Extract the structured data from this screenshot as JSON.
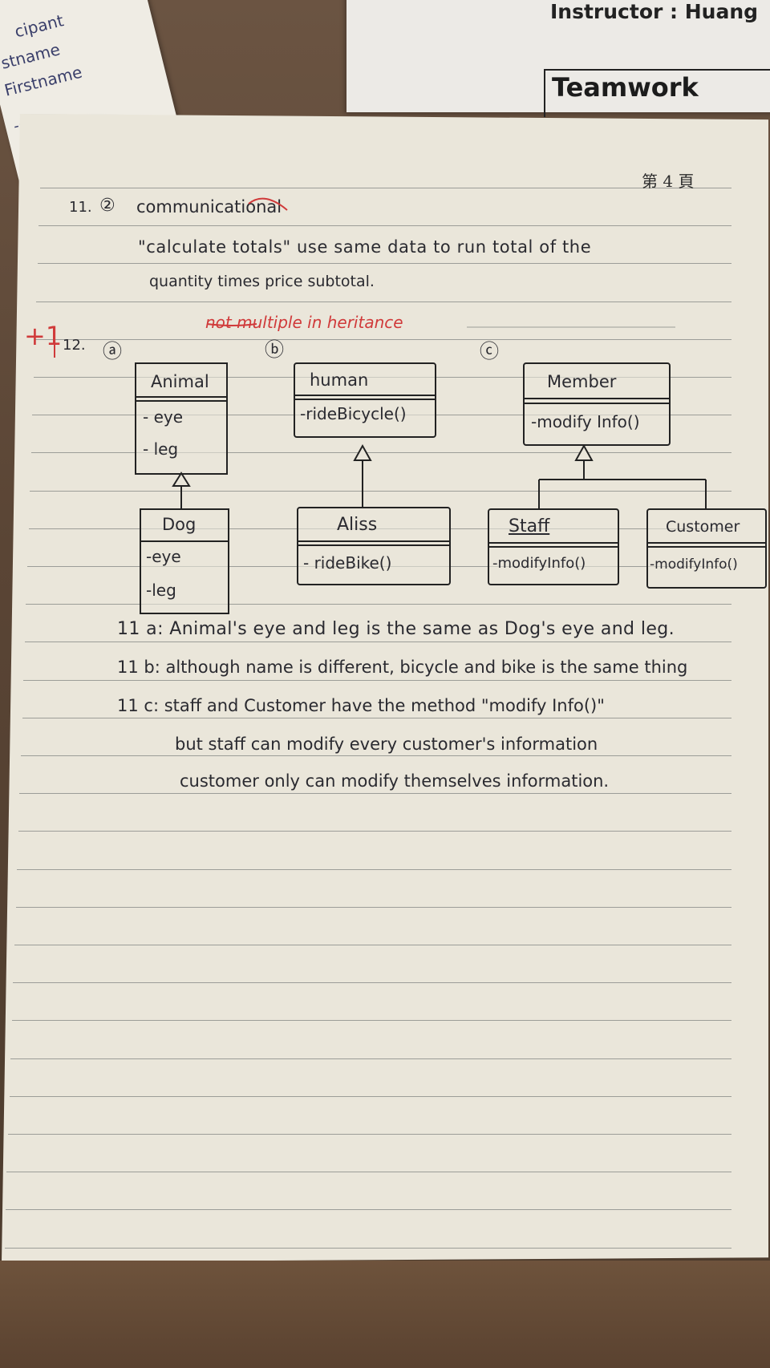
{
  "background": {
    "left_sheet_words": [
      "cipant",
      "stname",
      "Firstname",
      "-o"
    ],
    "right_sheet": {
      "instructor": "Instructor : Huang",
      "teamwork": "Teamwork"
    }
  },
  "page_number": "第 4 頁",
  "q11": {
    "label": "11.",
    "circled": "②",
    "answer": "communicational",
    "line1": "\"calculate totals\" use same data to run total of the",
    "line2": "quantity times price subtotal."
  },
  "grader_note": {
    "score": "+1",
    "comment": "not multiple in heritance"
  },
  "q12": {
    "label": "12.",
    "markers": [
      "ⓐ",
      "ⓑ",
      "ⓒ"
    ],
    "classes": {
      "animal": {
        "name": "Animal",
        "members": [
          "- eye",
          "- leg"
        ]
      },
      "dog": {
        "name": "Dog",
        "members": [
          "-eye",
          "-leg"
        ]
      },
      "human": {
        "name": "human",
        "members": [
          "-rideBicycle()"
        ]
      },
      "aliss": {
        "name": "Aliss",
        "members": [
          "- rideBike()"
        ]
      },
      "member": {
        "name": "Member",
        "members": [
          "-modify Info()"
        ]
      },
      "staff": {
        "name": "Staff",
        "members": [
          "-modifyInfo()"
        ]
      },
      "customer": {
        "name": "Customer",
        "members": [
          "-modifyInfo()"
        ]
      }
    }
  },
  "explanations": {
    "a": "11 a: Animal's eye and leg is the same as Dog's eye and leg.",
    "b": "11 b: although name is different, bicycle and bike is the same thing",
    "c1": "11 c: staff and Customer have the method \"modify Info()\"",
    "c2": "but staff can modify every customer's information",
    "c3": "customer only can modify themselves information."
  },
  "colors": {
    "ink": "#2a2a30",
    "red_ink": "#d03a3a",
    "paper": "#eae6da",
    "desk": "#5a4535"
  }
}
